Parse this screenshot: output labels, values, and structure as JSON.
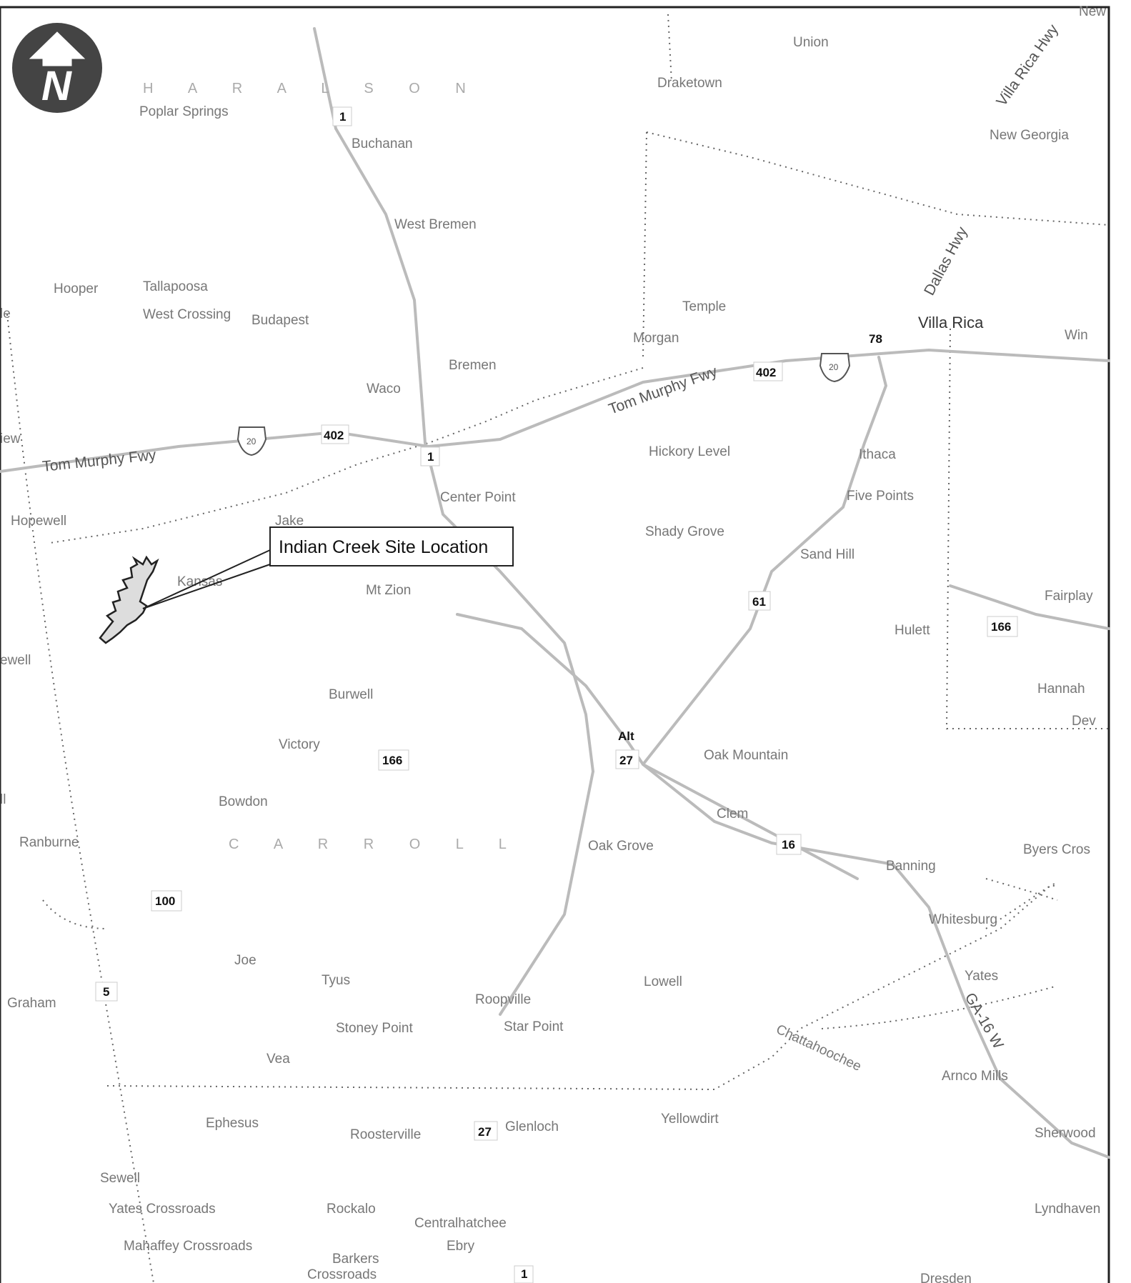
{
  "map": {
    "callout": "Indian Creek Site Location",
    "north_arrow": {
      "letter": "N",
      "icon": "north-arrow-icon"
    },
    "counties": [
      {
        "name": "HARALSON",
        "text": "H A R A L S O N"
      },
      {
        "name": "CARROLL",
        "text": "C A R R O L L"
      }
    ],
    "road_names": {
      "tom_murphy_west": "Tom Murphy Fwy",
      "tom_murphy_east": "Tom Murphy Fwy",
      "dallas_hwy": "Dallas Hwy",
      "villa_rica_hwy": "Villa Rica Hwy",
      "ga16w": "GA-16 W",
      "chattahoochee": "Chattahoochee"
    },
    "shields": {
      "i20_west": "20",
      "i20_east": "20",
      "s402_west": "402",
      "s402_east": "402",
      "s1_north": "1",
      "s1_mid": "1",
      "s1_south": "1",
      "s78": "78",
      "s61": "61",
      "s166_east": "166",
      "s166_mid": "166",
      "alt": "Alt",
      "s27_mid": "27",
      "s27_south": "27",
      "s16": "16",
      "s100": "100",
      "s5": "5"
    },
    "places": {
      "union": "Union",
      "draketown": "Draketown",
      "new_georgia": "New Georgia",
      "poplar_springs": "Poplar Springs",
      "buchanan": "Buchanan",
      "west_bremen": "West Bremen",
      "hooper": "Hooper",
      "tallapoosa": "Tallapoosa",
      "west_crossing": "West Crossing",
      "budapest": "Budapest",
      "temple": "Temple",
      "morgan": "Morgan",
      "villa_rica": "Villa Rica",
      "win": "Win",
      "bremen": "Bremen",
      "waco": "Waco",
      "hickory_level": "Hickory Level",
      "ithaca": "Ithaca",
      "center_point": "Center Point",
      "five_points": "Five Points",
      "hopewell": "Hopewell",
      "jake": "Jake",
      "shady_grove": "Shady Grove",
      "sand_hill": "Sand Hill",
      "kansas": "Kansas",
      "mt_zion": "Mt Zion",
      "fairplay": "Fairplay",
      "hulett": "Hulett",
      "hopewell_w": "ewell",
      "burwell": "Burwell",
      "hannah": "Hannah",
      "dev": "Dev",
      "victory": "Victory",
      "oak_mountain": "Oak Mountain",
      "bowdon": "Bowdon",
      "clem": "Clem",
      "ranburne": "Ranburne",
      "oak_grove": "Oak Grove",
      "banning": "Banning",
      "byers_cros": "Byers Cros",
      "whitesburg": "Whitesburg",
      "joe": "Joe",
      "tyus": "Tyus",
      "lowell": "Lowell",
      "yates": "Yates",
      "graham": "Graham",
      "roopville": "Roopville",
      "star_point": "Star Point",
      "stoney_point": "Stoney Point",
      "vea": "Vea",
      "arnco_mills": "Arnco Mills",
      "ephesus": "Ephesus",
      "roosterville": "Roosterville",
      "glenloch": "Glenloch",
      "yellowdirt": "Yellowdirt",
      "sherwood": "Sherwood",
      "sewell": "Sewell",
      "yates_crossroads": "Yates Crossroads",
      "rockalo": "Rockalo",
      "centralhatchee": "Centralhatchee",
      "lyndhaven": "Lyndhaven",
      "mahaffey": "Mahaffey Crossroads",
      "ebry": "Ebry",
      "barkers": "Barkers",
      "crossroads": "Crossroads",
      "dresden": "Dresden",
      "new": "New",
      "iew": "iew",
      "le": "le",
      "ll": "ll"
    }
  }
}
